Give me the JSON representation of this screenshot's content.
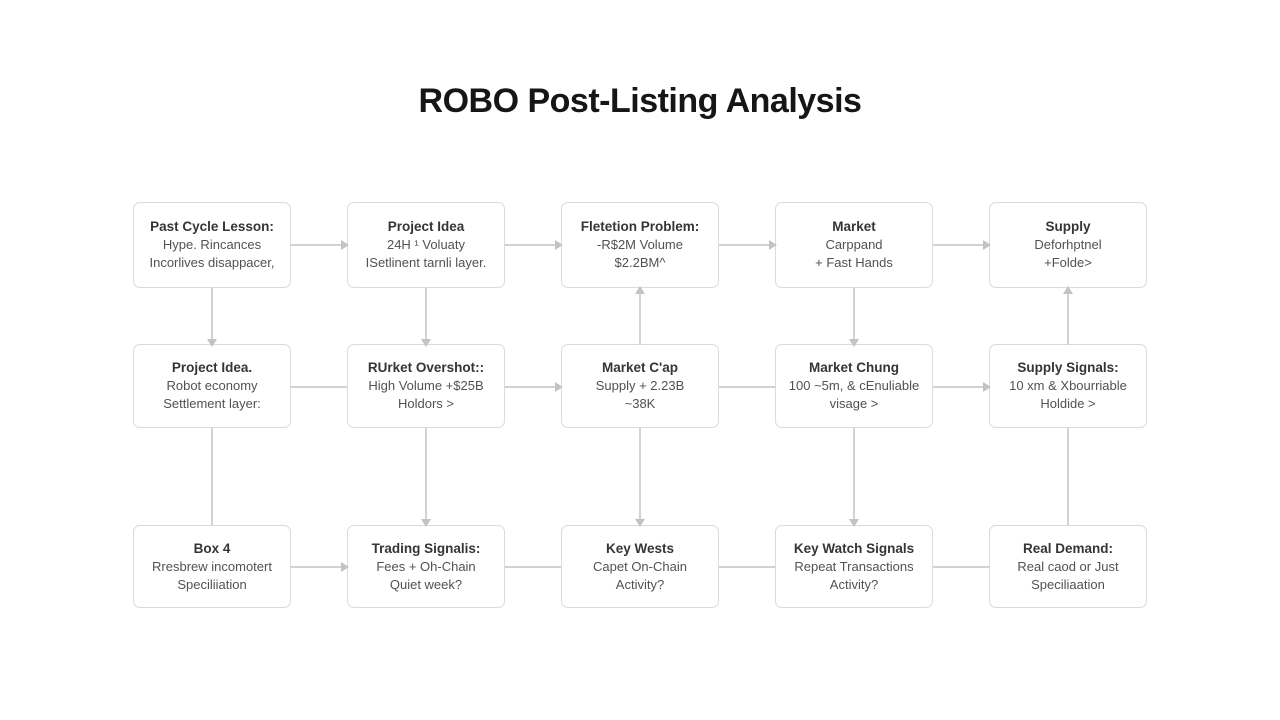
{
  "title": "ROBO Post-Listing Analysis",
  "colors": {
    "background": "#ffffff",
    "box_border": "#dbdbdb",
    "box_background": "#ffffff",
    "connector_line": "#d2d2d2",
    "arrowhead": "#c3c3c3",
    "page_title_text": "#161616",
    "box_title_text": "#353535",
    "box_body_text": "#525252"
  },
  "boxes": [
    {
      "id": "r1c1",
      "title": "Past Cycle Lesson:",
      "lines": [
        "Hype. Rincances",
        "Incorlives disappacer,"
      ]
    },
    {
      "id": "r1c2",
      "title": "Project Idea",
      "lines": [
        "24H ¹ Voluaty",
        "ISetlinent tarnli layer."
      ]
    },
    {
      "id": "r1c3",
      "title": "Fletetion Problem:",
      "lines": [
        "-R$2M Volume",
        "$2.2BM^"
      ]
    },
    {
      "id": "r1c4",
      "title": "Market",
      "lines": [
        "Carppand",
        "+ Fast Hands"
      ]
    },
    {
      "id": "r1c5",
      "title": "Supply",
      "lines": [
        "Deforhptnel",
        "+Folde>"
      ]
    },
    {
      "id": "r2c1",
      "title": "Project Idea.",
      "lines": [
        "Robot economy",
        "Settlement layer:"
      ]
    },
    {
      "id": "r2c2",
      "title": "RUrket Overshot::",
      "lines": [
        "High Volume +$25B",
        "Holdors >"
      ]
    },
    {
      "id": "r2c3",
      "title": "Market C'ap",
      "lines": [
        "Supply + 2.23B",
        "~38K"
      ]
    },
    {
      "id": "r2c4",
      "title": "Market Chung",
      "lines": [
        "100 ~5m, & cEnuliable",
        "visage >"
      ]
    },
    {
      "id": "r2c5",
      "title": "Supply Signals:",
      "lines": [
        "10 xm & Xbourriable",
        "Holdide >"
      ]
    },
    {
      "id": "r3c1",
      "title": "Box 4",
      "lines": [
        "Rresbrew incomotert",
        "Speciliiation"
      ]
    },
    {
      "id": "r3c2",
      "title": "Trading Signalis:",
      "lines": [
        "Fees + Oh-Chain",
        "Quiet week?"
      ]
    },
    {
      "id": "r3c3",
      "title": "Key Wests",
      "lines": [
        "Capet On-Chain",
        "Activity?"
      ]
    },
    {
      "id": "r3c4",
      "title": "Key Watch Signals",
      "lines": [
        "Repeat Transactions",
        "Activity?"
      ]
    },
    {
      "id": "r3c5",
      "title": "Real Demand:",
      "lines": [
        "Real caod or Just",
        "Speciliaation"
      ]
    }
  ],
  "connectors": [
    {
      "from": "r1c1",
      "to": "r1c2",
      "type": "arrow-right"
    },
    {
      "from": "r1c2",
      "to": "r1c3",
      "type": "arrow-right"
    },
    {
      "from": "r1c3",
      "to": "r1c4",
      "type": "arrow-right"
    },
    {
      "from": "r1c4",
      "to": "r1c5",
      "type": "arrow-right"
    },
    {
      "from": "r2c1",
      "to": "r2c2",
      "type": "line"
    },
    {
      "from": "r2c2",
      "to": "r2c3",
      "type": "arrow-right"
    },
    {
      "from": "r2c3",
      "to": "r2c4",
      "type": "line"
    },
    {
      "from": "r2c4",
      "to": "r2c5",
      "type": "arrow-right"
    },
    {
      "from": "r3c1",
      "to": "r3c2",
      "type": "arrow-right"
    },
    {
      "from": "r3c2",
      "to": "r3c3",
      "type": "line"
    },
    {
      "from": "r3c3",
      "to": "r3c4",
      "type": "line"
    },
    {
      "from": "r3c4",
      "to": "r3c5",
      "type": "line"
    },
    {
      "from": "r1c1",
      "to": "r2c1",
      "type": "arrow-down"
    },
    {
      "from": "r1c2",
      "to": "r2c2",
      "type": "arrow-down"
    },
    {
      "from": "r2c3",
      "to": "r1c3",
      "type": "arrow-up"
    },
    {
      "from": "r1c4",
      "to": "r2c4",
      "type": "arrow-down"
    },
    {
      "from": "r2c5",
      "to": "r1c5",
      "type": "arrow-up"
    },
    {
      "from": "r2c1",
      "to": "r3c1",
      "type": "line"
    },
    {
      "from": "r2c2",
      "to": "r3c2",
      "type": "arrow-down"
    },
    {
      "from": "r2c3",
      "to": "r3c3",
      "type": "arrow-down"
    },
    {
      "from": "r2c4",
      "to": "r3c4",
      "type": "arrow-down"
    },
    {
      "from": "r2c5",
      "to": "r3c5",
      "type": "line"
    }
  ]
}
